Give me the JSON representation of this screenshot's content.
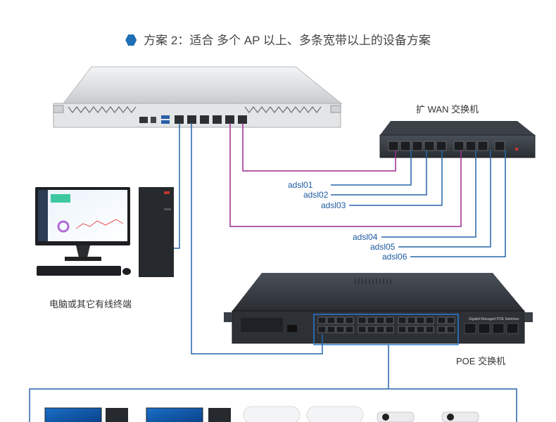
{
  "title": "方案 2：适合 多个 AP 以上、多条宽带以上的设备方案",
  "labels": {
    "wan_switch": "扩 WAN 交换机",
    "pc": "电脑或其它有线终端",
    "poe_switch": "POE 交换机"
  },
  "adsl_lines": [
    "adsl01",
    "adsl02",
    "adsl03",
    "adsl04",
    "adsl05",
    "adsl06"
  ],
  "device_text": {
    "poe_brand": "Gigabit Managed POE Switches"
  },
  "colors": {
    "accent": "#1f6fb5",
    "line_blue": "#2566a8",
    "line_purple": "#9b2a8e",
    "device_silver": "#d9dbdd",
    "device_dark": "#2b2f34"
  }
}
